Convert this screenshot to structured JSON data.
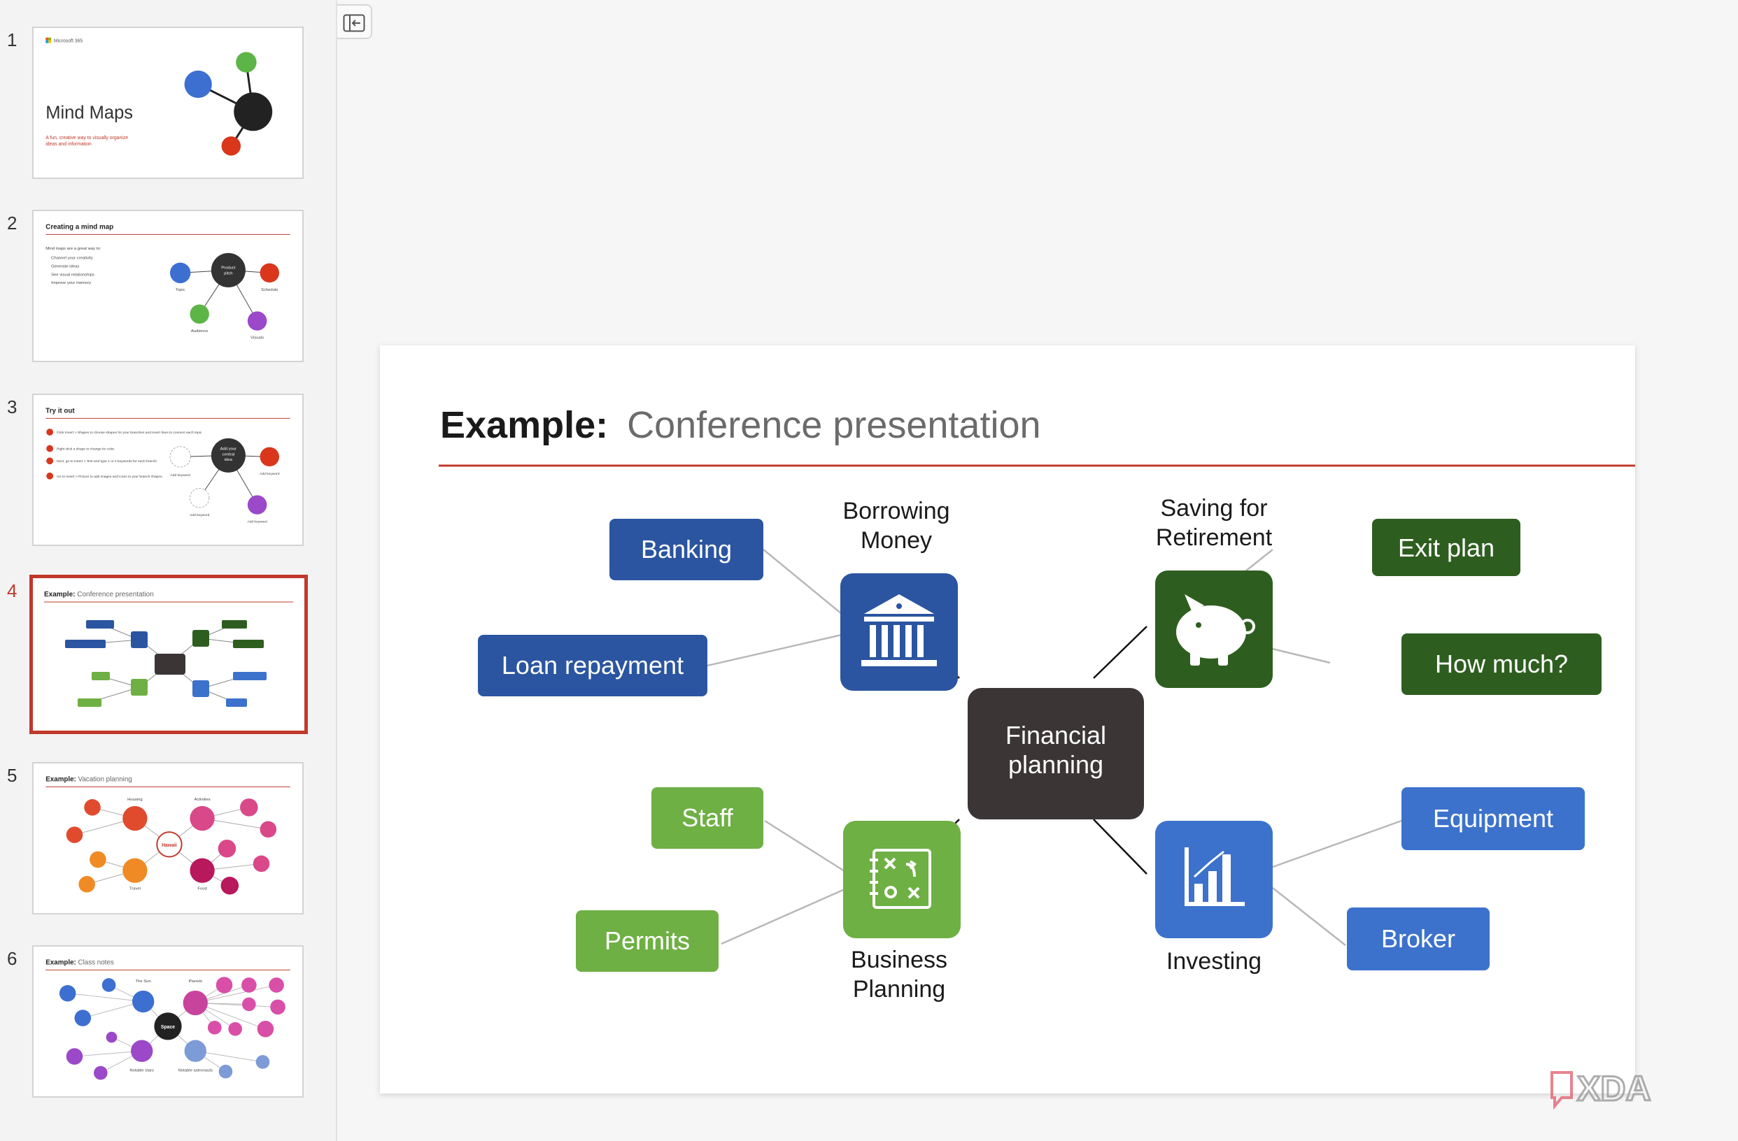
{
  "sidebar": {
    "thumbnails": [
      {
        "number": "1",
        "brand": "Microsoft 365",
        "title": "Mind Maps",
        "subtitle_line1": "A fun, creative way to visually organize",
        "subtitle_line2": "ideas and information"
      },
      {
        "number": "2",
        "title": "Creating a mind map",
        "intro": "Mind maps are a great way to:",
        "bullets": [
          "Channel your creativity",
          "Generate ideas",
          "See visual relationships",
          "Improve your memory"
        ],
        "nodes": {
          "center_line1": "Product",
          "center_line2": "pitch",
          "topic": "Topic",
          "schedule": "Schedule",
          "audience": "Audience",
          "visuals": "Visuals"
        }
      },
      {
        "number": "3",
        "title": "Try it out",
        "steps": [
          "Click Insert > Shapes to choose shapes for your branches and insert lines to connect each topic.",
          "Right click a shape to change its color.",
          "Next, go to Insert > Text and type 1 or 2 keywords for each branch.",
          "Go to Insert > Picture to add images and icons to your branch shapes."
        ],
        "center_line1": "Add your",
        "center_line2": "central",
        "center_line3": "idea",
        "add_keyword": "Add keyword"
      },
      {
        "number": "4",
        "title_bold": "Example:",
        "title_rest": " Conference presentation"
      },
      {
        "number": "5",
        "title_bold": "Example:",
        "title_rest": " Vacation planning",
        "center": "Hawaii",
        "labels": [
          "Housing",
          "Activities",
          "Travel",
          "Food"
        ]
      },
      {
        "number": "6",
        "title_bold": "Example:",
        "title_rest": " Class notes",
        "center": "Space",
        "labels": [
          "The Sun",
          "Planets",
          "Notable stars",
          "Notable astronauts"
        ]
      }
    ],
    "active_index": 4
  },
  "slide": {
    "title_bold": "Example:",
    "title_rest": "Conference presentation",
    "accent_color": "#c0392b",
    "center": {
      "line1": "Financial",
      "line2": "planning",
      "color": "#3b3535"
    },
    "hubs": [
      {
        "id": "borrowing",
        "label_line1": "Borrowing",
        "label_line2": "Money",
        "icon": "bank-icon",
        "color": "#2b55a0"
      },
      {
        "id": "retirement",
        "label_line1": "Saving for",
        "label_line2": "Retirement",
        "icon": "piggy-bank-icon",
        "color": "#2e5e1f"
      },
      {
        "id": "business",
        "label_line1": "Business",
        "label_line2": "Planning",
        "icon": "strategy-icon",
        "color": "#6eb044"
      },
      {
        "id": "investing",
        "label_line1": "Investing",
        "label_line2": "",
        "icon": "bar-chart-icon",
        "color": "#3c72cc"
      }
    ],
    "leaves": {
      "banking": "Banking",
      "loan": "Loan repayment",
      "exit": "Exit plan",
      "howmuch": "How much?",
      "staff": "Staff",
      "permits": "Permits",
      "equipment": "Equipment",
      "broker": "Broker"
    }
  },
  "watermark": "XDA"
}
